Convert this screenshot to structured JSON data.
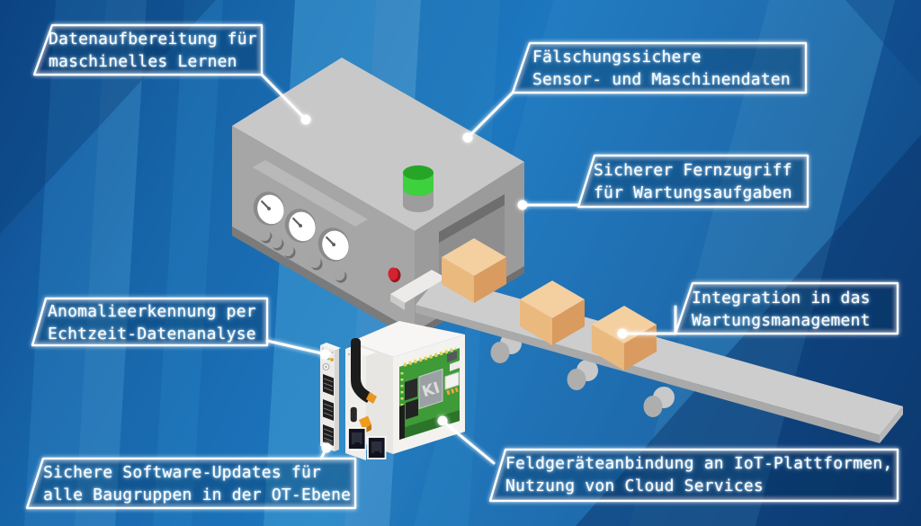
{
  "callouts": {
    "data_prep": {
      "line1": "Datenaufbereitung für",
      "line2": "maschinelles Lernen"
    },
    "tamper_proof_data": {
      "line1": "Fälschungssichere",
      "line2": "Sensor- und Maschinendaten"
    },
    "remote_access": {
      "line1": "Sicherer Fernzugriff",
      "line2": "für Wartungsaufgaben"
    },
    "maintenance_integration": {
      "line1": "Integration in das",
      "line2": "Wartungsmanagement"
    },
    "anomaly_detection": {
      "line1": "Anomalieerkennung per",
      "line2": "Echtzeit-Datenanalyse"
    },
    "software_updates": {
      "line1": "Sichere Software-Updates für",
      "line2": "alle Baugruppen in der OT-Ebene"
    },
    "iot_cloud": {
      "line1": "Feldgeräteanbindung an IoT-Plattformen,",
      "line2": "Nutzung von Cloud Services"
    }
  },
  "device": {
    "chip_label": "KI"
  },
  "colors": {
    "background_base": "#1d77bf",
    "background_dark": "#0e4078",
    "stripe_light": "#4aa6da",
    "callout_line": "#ffffff",
    "machine_gray_top": "#c8c8c8",
    "machine_gray_side": "#a6a6a6",
    "lamp_green": "#3ed13e",
    "button_red": "#d42231",
    "carton_tan": "#f4cfa0",
    "pcb_green": "#3f9a38",
    "connector_orange": "#e8961e"
  }
}
